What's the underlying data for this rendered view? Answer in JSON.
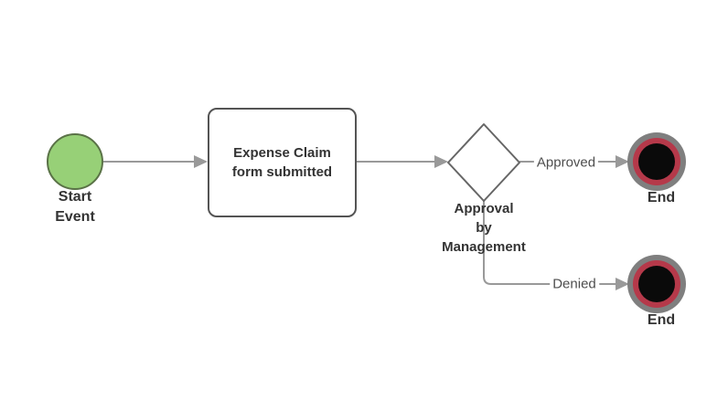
{
  "diagram": {
    "type": "bpmn-flowchart",
    "background": "#ffffff",
    "colors": {
      "start_event_fill": "#97d077",
      "start_event_border": "#5a7247",
      "task_border": "#545454",
      "gateway_border": "#666666",
      "connector": "#999999",
      "end_event_outer_ring": "#7f7f7f",
      "end_event_inner_ring": "#b5394a",
      "end_event_core": "#0a0a0a",
      "node_label_text": "#333333",
      "edge_label_text": "#4d4d4d"
    },
    "nodes": {
      "start": {
        "type": "start-event",
        "label": "Start\nEvent"
      },
      "task": {
        "type": "task",
        "label": "Expense Claim\nform submitted"
      },
      "gateway": {
        "type": "decision-gateway",
        "label": "Approval\nby\nManagement"
      },
      "end_approved": {
        "type": "end-event",
        "label": "End"
      },
      "end_denied": {
        "type": "end-event",
        "label": "End"
      }
    },
    "edges": {
      "start_to_task": {
        "label": ""
      },
      "task_to_gateway": {
        "label": ""
      },
      "gateway_to_end_approved": {
        "label": "Approved"
      },
      "gateway_to_end_denied": {
        "label": "Denied"
      }
    }
  }
}
